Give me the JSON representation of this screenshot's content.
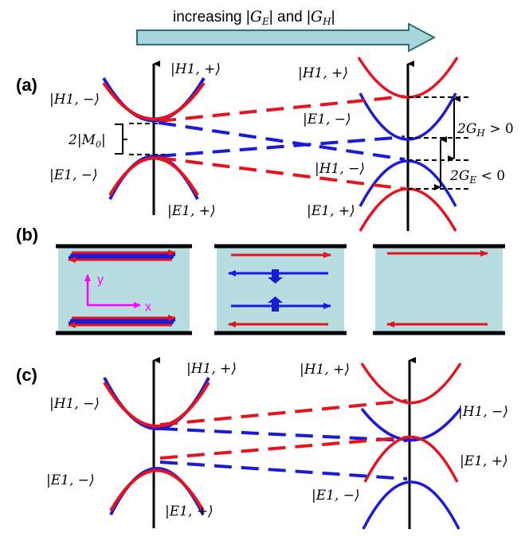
{
  "header": {
    "title": "increasing |G_E| and |G_H|",
    "title_parts": [
      "increasing |",
      "G",
      "E",
      "| and |",
      "G",
      "H",
      "|"
    ]
  },
  "panels": {
    "a": {
      "label": "(a)",
      "left_kets": {
        "h1_plus": "|H1, +⟩",
        "h1_minus": "|H1, −⟩",
        "e1_minus": "|E1, −⟩",
        "e1_plus": "|E1, +⟩"
      },
      "gap_label": "2|M",
      "gap_label_sub": "0",
      "gap_label_end": "|",
      "right_kets": {
        "h1_plus": "|H1, +⟩",
        "e1_minus": "|E1, −⟩",
        "h1_minus": "|H1, −⟩",
        "e1_plus": "|E1, +⟩"
      },
      "gh_label": "2G",
      "gh_sub": "H",
      "gh_rel": " > 0",
      "ge_label": "2G",
      "ge_sub": "E",
      "ge_rel": " < 0"
    },
    "b": {
      "label": "(b)",
      "axis_y": "y",
      "axis_x": "x"
    },
    "c": {
      "label": "(c)",
      "left_kets": {
        "h1_plus": "|H1, +⟩",
        "h1_minus": "|H1, −⟩",
        "e1_minus": "|E1, −⟩",
        "e1_plus": "|E1, +⟩"
      },
      "right_kets": {
        "h1_plus": "|H1, +⟩",
        "h1_minus": "|H1, −⟩",
        "e1_plus": "|E1, +⟩",
        "e1_minus": "|E1, −⟩"
      }
    }
  },
  "colors": {
    "red": "#e8121e",
    "blue": "#1a1ad9",
    "panel_fill": "#b7dde1",
    "header_arrow_fill": "#a9d6dc",
    "magenta": "#ff00ff"
  }
}
